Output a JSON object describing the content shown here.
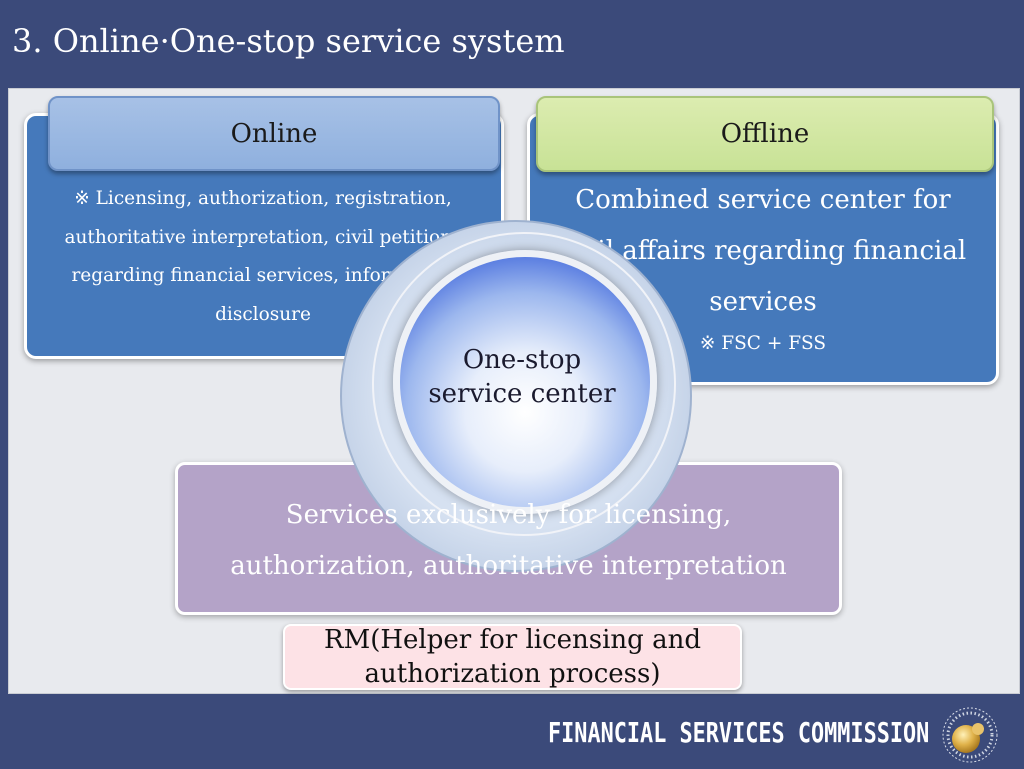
{
  "title": "3. Online·One-stop service system",
  "online": {
    "header": "Online",
    "lines": [
      "※ Licensing, authorization, registration,",
      "authoritative interpretation, civil petitions",
      "regarding financial services, information",
      "disclosure"
    ]
  },
  "offline": {
    "header": "Offline",
    "lines": [
      "Combined service center for",
      "civil affairs regarding financial",
      "services"
    ],
    "note": "※ FSC + FSS"
  },
  "center": {
    "line1": "One-stop",
    "line2": "service center"
  },
  "exclusive": {
    "line1": "Services exclusively for licensing,",
    "line2": "authorization, authoritative interpretation"
  },
  "rm": {
    "line1": "RM(Helper for licensing and",
    "line2": "authorization process)"
  },
  "footer": {
    "brand": "FINANCIAL SERVICES  COMMISSION",
    "seal_text": "FINANCIAL SERVICES COMMISSION 금융위원회"
  },
  "colors": {
    "background": "#3b4a7a",
    "online_box": "#4579bb",
    "online_header": "#9fbbe4",
    "offline_header": "#d2e7a3",
    "exclusive_box": "#b4a3c8",
    "rm_box": "#fde2e6"
  }
}
